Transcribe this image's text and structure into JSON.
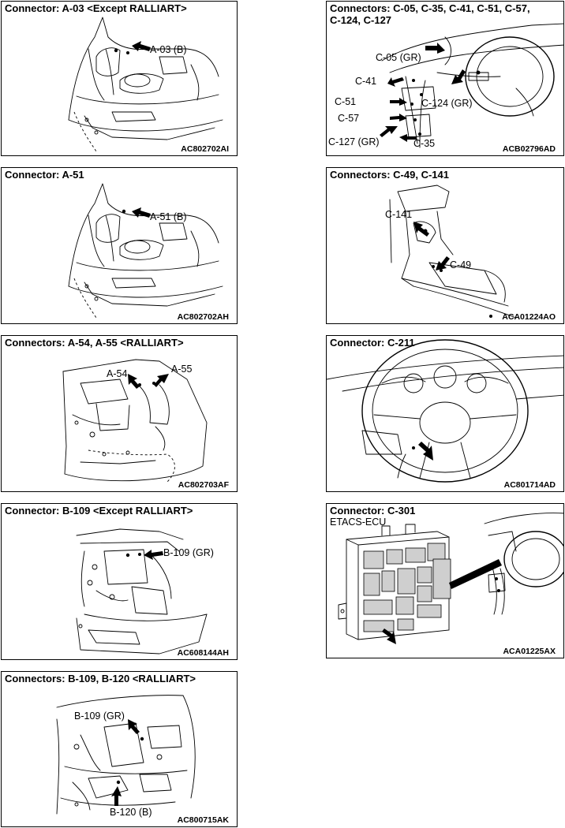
{
  "panels": {
    "a03": {
      "title": "Connector: A-03 <Except RALLIART>",
      "code": "AC802702AI",
      "callouts": [
        "A-03 (B)"
      ]
    },
    "c05": {
      "title": "Connectors: C-05, C-35, C-41, C-51, C-57, C-124, C-127",
      "code": "ACB02796AD",
      "callouts": [
        "C-05 (GR)",
        "C-41",
        "C-51",
        "C-124 (GR)",
        "C-57",
        "C-127 (GR)",
        "C-35"
      ]
    },
    "a51": {
      "title": "Connector: A-51",
      "code": "AC802702AH",
      "callouts": [
        "A-51 (B)"
      ]
    },
    "c49": {
      "title": "Connectors: C-49, C-141",
      "code": "ACA01224AO",
      "callouts": [
        "C-141",
        "C-49"
      ]
    },
    "a54": {
      "title": "Connectors: A-54, A-55 <RALLIART>",
      "code": "AC802703AF",
      "callouts": [
        "A-54",
        "A-55"
      ]
    },
    "c211": {
      "title": "Connector: C-211",
      "code": "AC801714AD",
      "callouts": []
    },
    "b109": {
      "title": "Connector: B-109 <Except RALLIART>",
      "code": "AC608144AH",
      "callouts": [
        "B-109 (GR)"
      ]
    },
    "c301": {
      "title": "Connector: C-301",
      "subtitle": "ETACS-ECU",
      "code": "ACA01225AX",
      "callouts": []
    },
    "b120": {
      "title": "Connectors: B-109, B-120 <RALLIART>",
      "code": "AC800715AK",
      "callouts": [
        "B-109 (GR)",
        "B-120 (B)"
      ]
    }
  }
}
